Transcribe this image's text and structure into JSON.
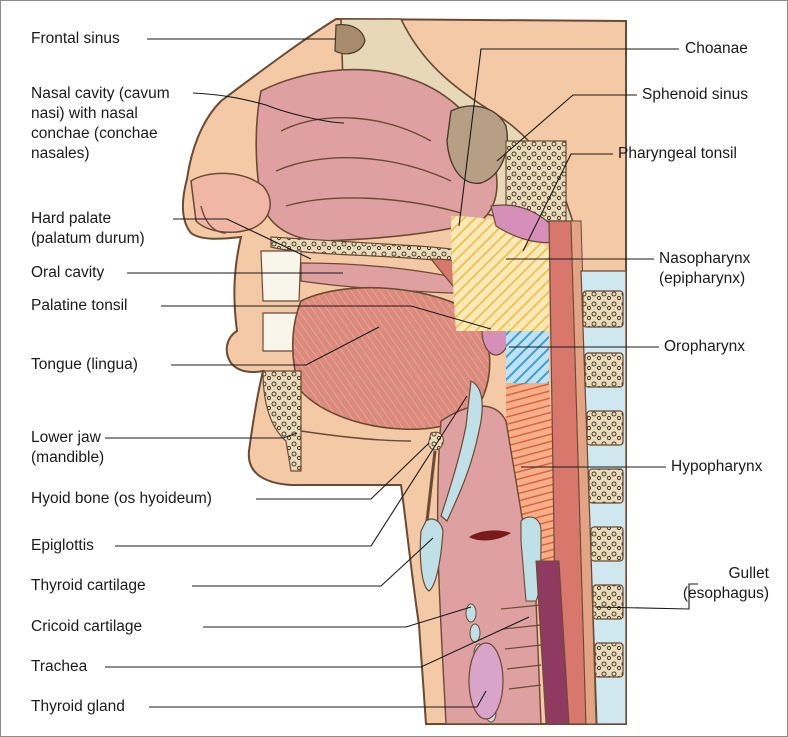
{
  "labels": {
    "frontal_sinus": [
      "Frontal sinus"
    ],
    "nasal_cavity": [
      "Nasal cavity (cavum",
      "nasi) with nasal",
      "conchae (conchae",
      "nasales)"
    ],
    "hard_palate": [
      "Hard palate",
      "(palatum durum)"
    ],
    "oral_cavity": [
      "Oral cavity"
    ],
    "palatine_tonsil": [
      "Palatine tonsil"
    ],
    "tongue": [
      "Tongue (lingua)"
    ],
    "lower_jaw": [
      "Lower jaw",
      "(mandible)"
    ],
    "hyoid_bone": [
      "Hyoid bone (os hyoideum)"
    ],
    "epiglottis": [
      "Epiglottis"
    ],
    "thyroid_cartilage": [
      "Thyroid cartilage"
    ],
    "cricoid_cartilage": [
      "Cricoid cartilage"
    ],
    "trachea": [
      "Trachea"
    ],
    "thyroid_gland": [
      "Thyroid gland"
    ],
    "choanae": [
      "Choanae"
    ],
    "sphenoid_sinus": [
      "Sphenoid sinus"
    ],
    "pharyngeal_tonsil": [
      "Pharyngeal tonsil"
    ],
    "nasopharynx": [
      "Nasopharynx",
      "(epipharynx)"
    ],
    "oropharynx": [
      "Oropharynx"
    ],
    "hypopharynx": [
      "Hypopharynx"
    ],
    "gullet": [
      "Gullet",
      "(esophagus)"
    ]
  },
  "colors": {
    "skin": "#f3c9a6",
    "skin_outline": "#6b4a33",
    "mucosa": "#dea0a0",
    "muscle": "#d8776c",
    "bone": "#e7d9b8",
    "cartilage": "#bfe0e6",
    "nasopharynx_hatch": "#f5d27a",
    "oropharynx_hatch": "#6fb6dc",
    "hypopharynx_hatch": "#e8703e",
    "esophagus": "#8f3a60",
    "tonsil": "#d58fb8",
    "thyroid_gland": "#d9a4c9"
  }
}
